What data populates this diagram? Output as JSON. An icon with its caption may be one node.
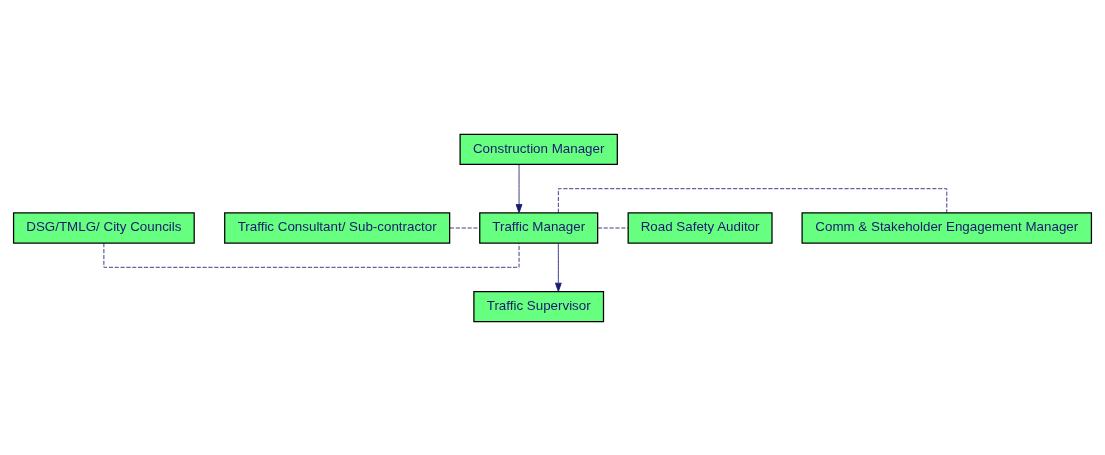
{
  "diagram": {
    "nodes": [
      {
        "text": [
          "Construction Manager"
        ]
      },
      {
        "text": [
          "DSG/TMLG/ City Councils"
        ]
      },
      {
        "text": [
          "Comm & Stakeholder Engagement Manager"
        ]
      },
      {
        "text": [
          "Traffic Manager"
        ]
      },
      {
        "text": [
          "Traffic Consultant/ Sub-contractor"
        ]
      },
      {
        "text": [
          "Road Safety Auditor"
        ]
      },
      {
        "text": [
          "Traffic Supervisor"
        ]
      }
    ],
    "edges": [
      {
        "from": 0,
        "to": 3,
        "arrow": "to"
      },
      {
        "from": 1,
        "to": 3,
        "arrow": "none",
        "style": "dashed"
      },
      {
        "from": 4,
        "to": 3,
        "arrow": "none",
        "style": "dashed"
      },
      {
        "from": 3,
        "to": 2,
        "arrow": "none",
        "style": "dashed"
      },
      {
        "from": 3,
        "to": 5,
        "arrow": "none",
        "style": "dashed"
      },
      {
        "from": 3,
        "to": 6,
        "arrow": "to"
      }
    ]
  }
}
